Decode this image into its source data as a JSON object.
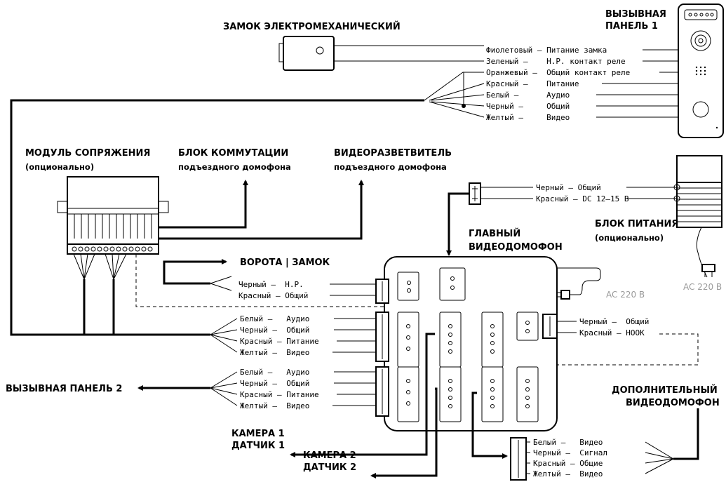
{
  "labels": {
    "lock": "ЗАМОК ЭЛЕКТРОМЕХАНИЧЕСКИЙ",
    "panel1_line1": "ВЫЗЫВНАЯ",
    "panel1_line2": "ПАНЕЛЬ 1",
    "module_line1": "МОДУЛЬ СОПРЯЖЕНИЯ",
    "module_line2": "(опционально)",
    "switch_line1": "БЛОК КОММУТАЦИИ",
    "switch_line2": "подъездного домофона",
    "splitter_line1": "ВИДЕОРАЗВЕТВИТЕЛЬ",
    "splitter_line2": "подъездного домофона",
    "main_line1": "ГЛАВНЫЙ",
    "main_line2": "ВИДЕОДОМОФОН",
    "psu_line1": "БЛОК ПИТАНИЯ",
    "psu_line2": "(опционально)",
    "ac_left": "AC 220 В",
    "ac_right": "AC 220 В",
    "gate": "ВОРОТА | ЗАМОК",
    "panel2": "ВЫЗЫВНАЯ ПАНЕЛЬ 2",
    "cam1_line1": "КАМЕРА 1",
    "cam1_line2": "ДАТЧИК 1",
    "cam2_line1": "КАМЕРА 2",
    "cam2_line2": "ДАТЧИК 2",
    "extra_line1": "ДОПОЛНИТЕЛЬНЫЙ",
    "extra_line2": "ВИДЕОДОМОФОН"
  },
  "panel1_wires": [
    "Фиолетовый – Питание замка",
    "Зеленый –    Н.Р. контакт реле",
    "Оранжевый –  Общий контакт реле",
    "Красный –    Питание",
    "Белый –      Аудио",
    "Черный –     Общий",
    "Желтый –     Видео"
  ],
  "power_wires": [
    "Черный – Общий",
    "Красный – DC 12–15 В"
  ],
  "gate_wires": [
    "Черный –  Н.Р.",
    "Красный – Общий"
  ],
  "module_wires": [
    "Белый –   Аудио",
    "Черный –  Общий",
    "Красный – Питание",
    "Желтый –  Видео"
  ],
  "panel2_wires": [
    "Белый –   Аудио",
    "Черный –  Общий",
    "Красный – Питание",
    "Желтый –  Видео"
  ],
  "hook_wires": [
    "Черный –  Общий",
    "Красный – HOOK"
  ],
  "extra_wires": [
    "Белый –   Видео",
    "Черный –  Сигнал",
    "Красный – Общие",
    "Желтый –  Видео"
  ]
}
